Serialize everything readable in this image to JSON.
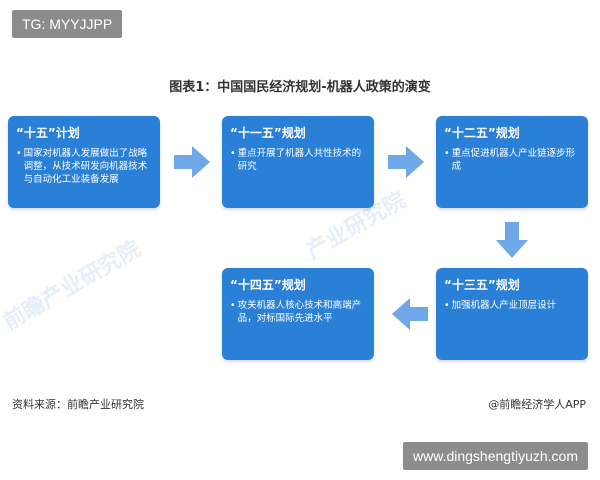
{
  "tag_label": "TG: MYYJJPP",
  "figure_title": "图表1：中国国民经济规划-机器人政策的演变",
  "watermarks": [
    "前瞻产业研究院",
    "产业研究院"
  ],
  "boxes": [
    {
      "title": "“十五”计划",
      "bullet": "国家对机器人发展做出了战略调整，从技术研发向机器技术与自动化工业装备发展"
    },
    {
      "title": "“十一五”规划",
      "bullet": "重点开展了机器人共性技术的研究"
    },
    {
      "title": "“十二五”规划",
      "bullet": "重点促进机器人产业链逐步形成"
    },
    {
      "title": "“十三五”规划",
      "bullet": "加强机器人产业顶层设计"
    },
    {
      "title": "“十四五”规划",
      "bullet": "攻关机器人核心技术和高端产品，对标国际先进水平"
    }
  ],
  "bullet_marker": "•",
  "source": "资料来源：前瞻产业研究院",
  "credit": "@前瞻经济学人APP",
  "url_label": "www.dingshengtiyuzh.com",
  "colors": {
    "box": "#2a7fd6",
    "arrow": "#6ea8e8"
  }
}
